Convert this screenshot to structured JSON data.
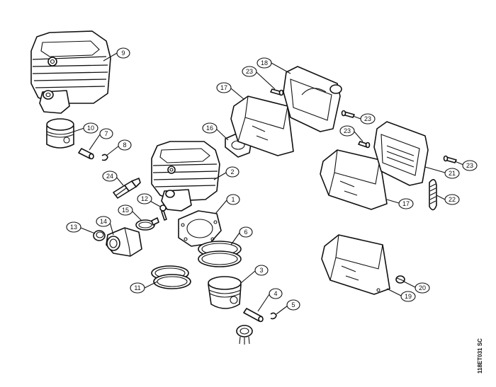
{
  "drawing_code": "118ET031 SC",
  "callouts": [
    {
      "id": "c9",
      "label": "9"
    },
    {
      "id": "c10",
      "label": "10"
    },
    {
      "id": "c7",
      "label": "7"
    },
    {
      "id": "c8",
      "label": "8"
    },
    {
      "id": "c24",
      "label": "24"
    },
    {
      "id": "c2",
      "label": "2"
    },
    {
      "id": "c12",
      "label": "12"
    },
    {
      "id": "c1",
      "label": "1"
    },
    {
      "id": "c15",
      "label": "15"
    },
    {
      "id": "c13",
      "label": "13"
    },
    {
      "id": "c14",
      "label": "14"
    },
    {
      "id": "c6",
      "label": "6"
    },
    {
      "id": "c11",
      "label": "11"
    },
    {
      "id": "c3",
      "label": "3"
    },
    {
      "id": "c4",
      "label": "4"
    },
    {
      "id": "c5",
      "label": "5"
    },
    {
      "id": "c16",
      "label": "16"
    },
    {
      "id": "c17a",
      "label": "17"
    },
    {
      "id": "c18",
      "label": "18"
    },
    {
      "id": "c23a",
      "label": "23"
    },
    {
      "id": "c23b",
      "label": "23"
    },
    {
      "id": "c23c",
      "label": "23"
    },
    {
      "id": "c23d",
      "label": "23"
    },
    {
      "id": "c17b",
      "label": "17"
    },
    {
      "id": "c21",
      "label": "21"
    },
    {
      "id": "c22",
      "label": "22"
    },
    {
      "id": "c19",
      "label": "19"
    },
    {
      "id": "c20",
      "label": "20"
    }
  ]
}
